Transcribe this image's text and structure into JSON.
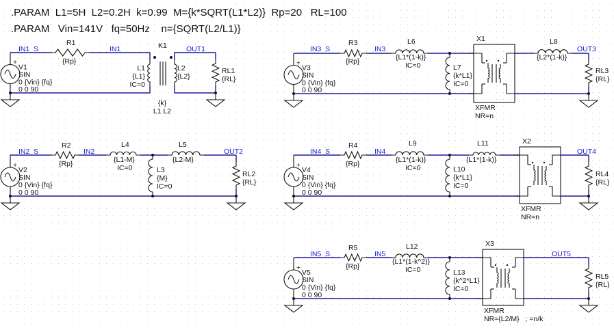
{
  "params": {
    "line1": ".PARAM  L1=5H  L2=0.2H  k=0.99  M={k*SQRT(L1*L2)}  Rp=20   RL=100",
    "line2": ".PARAM   Vin=141V   fq=50Hz    n={SQRT(L2/L1)}"
  },
  "colors": {
    "wire": "#1a1a9a",
    "net_label": "#1a1acc",
    "component": "#111111",
    "grid_dot": "#c8c8c8",
    "background": "#ffffff"
  },
  "circuits": [
    {
      "id": "c1",
      "source": {
        "name": "V1",
        "type": "SIN",
        "value": "0 {Vin} {fq}",
        "extra": "0 0 90"
      },
      "nets": {
        "in_s": "IN1  S",
        "in": "IN1",
        "out": "OUT1"
      },
      "resistor": {
        "name": "R1",
        "value": "{Rp}"
      },
      "coupled": {
        "name": "K1",
        "L1_name": "L1",
        "L1_value": "{L1}",
        "L1_ic": "IC=0",
        "L2_name": "L2",
        "L2_value": "{L2}",
        "k_value": "{k}",
        "k_refs": "L1 L2"
      },
      "load": {
        "name": "RL1",
        "value": "{RL}"
      }
    },
    {
      "id": "c2",
      "source": {
        "name": "V2",
        "type": "SIN",
        "value": "0 {Vin} {fq}",
        "extra": "0 0 90"
      },
      "nets": {
        "in_s": "IN2  S",
        "in": "IN2",
        "out": "OUT2"
      },
      "resistor": {
        "name": "R2",
        "value": "{Rp}"
      },
      "series1": {
        "name": "L4",
        "value": "{L1-M}",
        "ic": "IC=0"
      },
      "shunt": {
        "name": "L3",
        "value": "{M}",
        "ic": "IC=0"
      },
      "series2": {
        "name": "L5",
        "value": "{L2-M}"
      },
      "load": {
        "name": "RL2",
        "value": "{RL}"
      }
    },
    {
      "id": "c3",
      "source": {
        "name": "V3",
        "type": "SIN",
        "value": "0 {Vin} {fq}",
        "extra": "0 0 90"
      },
      "nets": {
        "in_s": "IN3  S",
        "in": "IN3",
        "out": "OUT3"
      },
      "resistor": {
        "name": "R3",
        "value": "{Rp}"
      },
      "series1": {
        "name": "L6",
        "value": "{L1*(1-k)}",
        "ic": "IC=0"
      },
      "shunt": {
        "name": "L7",
        "value": "{k*L1}",
        "ic": "IC=0"
      },
      "xfmr": {
        "name": "X1",
        "model": "XFMR",
        "ratio": "NR=n"
      },
      "series2": {
        "name": "L8",
        "value": "{L2*(1-k)}"
      },
      "load": {
        "name": "RL3",
        "value": "{RL}"
      }
    },
    {
      "id": "c4",
      "source": {
        "name": "V4",
        "type": "SIN",
        "value": "0 {Vin} {fq}",
        "extra": "0 0 90"
      },
      "nets": {
        "in_s": "IN4  S",
        "in": "IN4",
        "out": "OUT4"
      },
      "resistor": {
        "name": "R4",
        "value": "{Rp}"
      },
      "series1": {
        "name": "L9",
        "value": "{L1*(1-k)}",
        "ic": "IC=0"
      },
      "shunt": {
        "name": "L10",
        "value": "{k*L1}",
        "ic": "IC=0"
      },
      "series2": {
        "name": "L11",
        "value": "{L1*(1-k)}"
      },
      "xfmr": {
        "name": "X2",
        "model": "XFMR",
        "ratio": "NR=n"
      },
      "load": {
        "name": "RL4",
        "value": "{RL}"
      }
    },
    {
      "id": "c5",
      "source": {
        "name": "V5",
        "type": "SIN",
        "value": "0 {Vin} {fq}",
        "extra": "0 0 90"
      },
      "nets": {
        "in_s": "IN5  S",
        "in": "IN5",
        "out": "OUT5"
      },
      "resistor": {
        "name": "R5",
        "value": "{Rp}"
      },
      "series1": {
        "name": "L12",
        "value": "{L1*(1-k^2)}",
        "ic": "IC=0"
      },
      "shunt": {
        "name": "L13",
        "value": "{k^2*L1}",
        "ic": "IC=0"
      },
      "xfmr": {
        "name": "X3",
        "model": "XFMR",
        "ratio": "NR={L2/M}   ; =n/k"
      },
      "load": {
        "name": "RL5",
        "value": "{RL}"
      }
    }
  ]
}
